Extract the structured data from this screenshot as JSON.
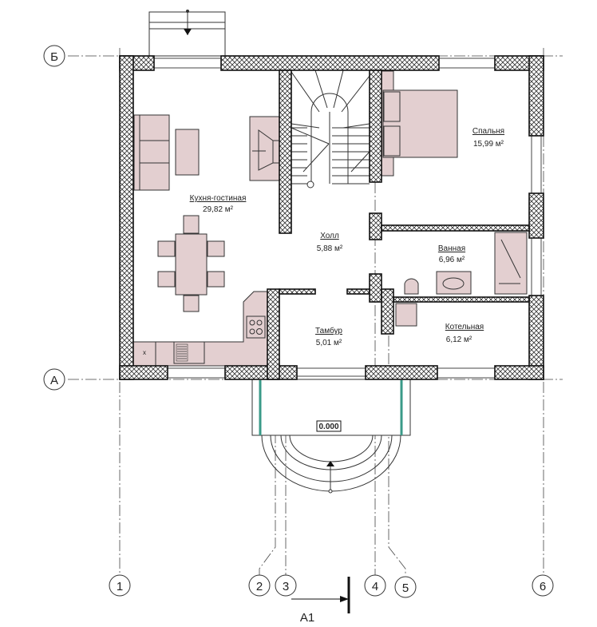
{
  "rooms": {
    "kitchen": {
      "name": "Кухня-гостиная",
      "area": "29,82 м²"
    },
    "hall": {
      "name": "Холл",
      "area": "5,88 м²"
    },
    "bedroom": {
      "name": "Спальня",
      "area": "15,99 м²"
    },
    "bathroom": {
      "name": "Ванная",
      "area": "6,96 м²"
    },
    "vestibule": {
      "name": "Тамбур",
      "area": "5,01 м²"
    },
    "boiler": {
      "name": "Котельная",
      "area": "6,12 м²"
    }
  },
  "kitchen_mark": "x",
  "level_mark": "0.000",
  "axes": {
    "horizontal": [
      "Б",
      "А"
    ],
    "vertical": [
      "1",
      "2",
      "3",
      "4",
      "5",
      "6"
    ]
  },
  "section_mark": "А1",
  "colors": {
    "furniture": "#e3cfd0",
    "glass": "#3a9a88"
  }
}
